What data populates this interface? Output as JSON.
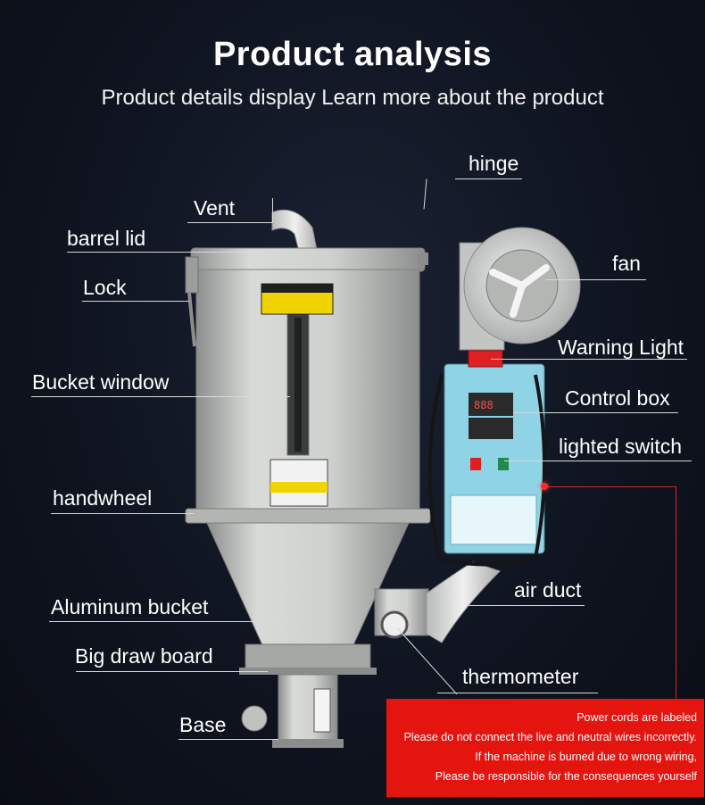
{
  "header": {
    "title": "Product analysis",
    "subtitle": "Product details display Learn more about the product"
  },
  "labels": {
    "hinge": "hinge",
    "vent": "Vent",
    "barrel_lid": "barrel lid",
    "lock": "Lock",
    "fan": "fan",
    "warning_light": "Warning Light",
    "bucket_window": "Bucket window",
    "control_box": "Control box",
    "lighted_switch": "lighted switch",
    "handwheel": "handwheel",
    "aluminum_bucket": "Aluminum bucket",
    "air_duct": "air duct",
    "big_draw_board": "Big draw board",
    "thermometer": "thermometer",
    "base": "Base"
  },
  "notice": {
    "line1": "Power cords are labeled",
    "line2": "Please do not connect the live and neutral wires incorrectly.",
    "line3": "If the machine is burned due to wrong wiring,",
    "line4": "Please be responsible for the consequences yourself"
  },
  "colors": {
    "background": "#0f1420",
    "machine_body": "#c9cbc8",
    "control_panel": "#8fd3e6",
    "notice_bg": "#e4150f",
    "warning_light": "#e02020"
  }
}
